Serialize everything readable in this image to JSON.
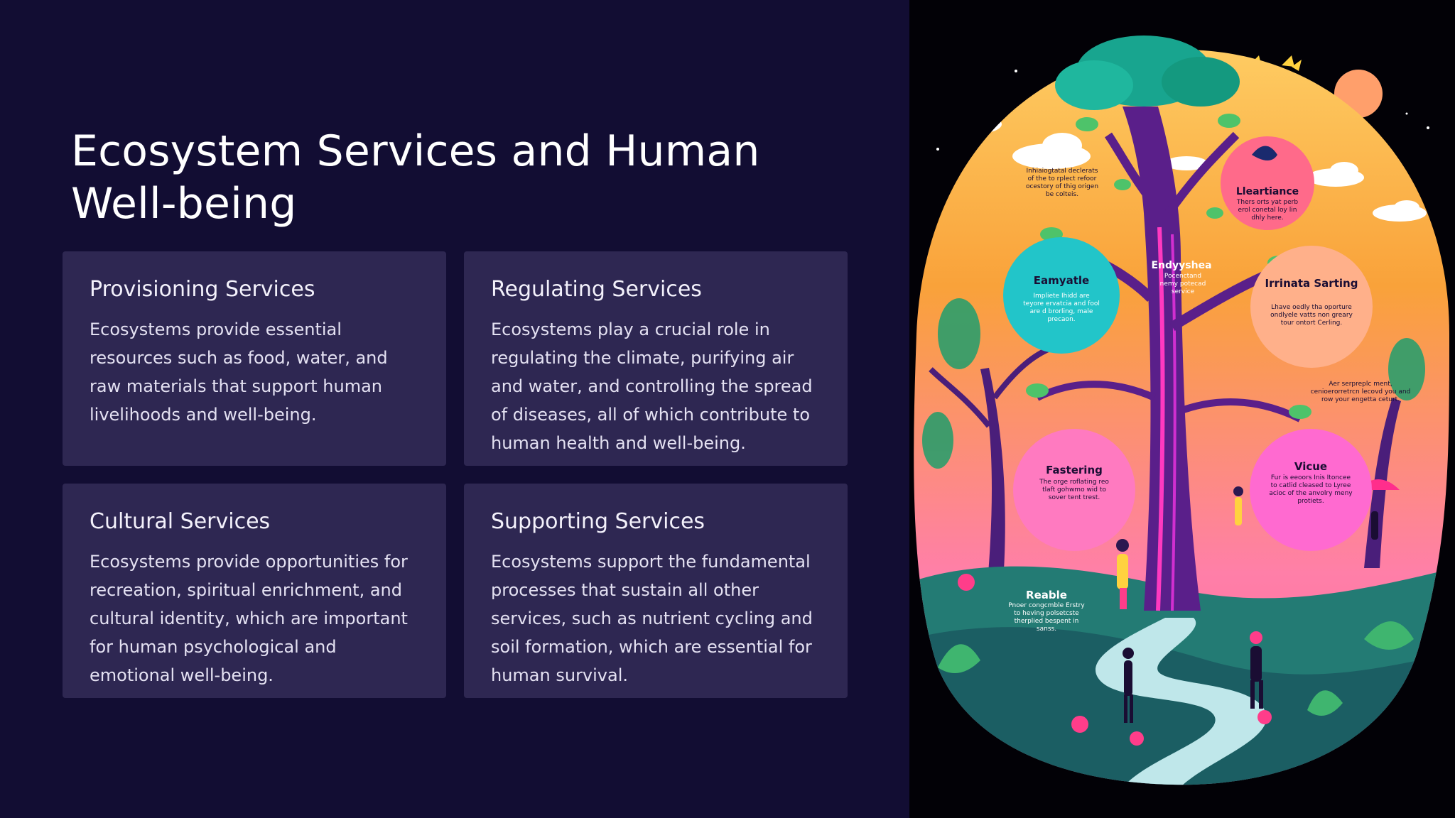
{
  "slide": {
    "title": "Ecosystem Services and Human Well-being",
    "cards": [
      {
        "title": "Provisioning Services",
        "body": "Ecosystems provide essential resources such as food, water, and raw materials that support human livelihoods and well-being."
      },
      {
        "title": "Regulating Services",
        "body": "Ecosystems play a crucial role in regulating the climate, purifying air and water, and controlling the spread of diseases, all of which contribute to human health and well-being."
      },
      {
        "title": "Cultural Services",
        "body": "Ecosystems provide opportunities for recreation, spiritual enrichment, and cultural identity, which are important for human psychological and emotional well-being."
      },
      {
        "title": "Supporting Services",
        "body": "Ecosystems support the fundamental processes that sustain all other services, such as nutrient cycling and soil formation, which are essential for human survival."
      }
    ]
  },
  "illustration": {
    "labels": {
      "top_left_note": "Inhiaiogtatal declerats of the to rplect refoor ocestory of thig origen be colteis.",
      "center_title": "Endyyshea",
      "center_note": "Pocenctand nemy potecad service",
      "bubble_leartiance_title": "Lleartiance",
      "bubble_leartiance_note": "Thers orts yat perb erol conetal loy lin dhly here.",
      "bubble_eamyatle_title": "Eamyatle",
      "bubble_eamyatle_note": "Impliete Ihidd are teyore ervatcia and fool are d brorling, male precaon.",
      "bubble_irrinata_title": "Irrinata Sarting",
      "bubble_irrinata_note": "Lhave oedly tha oporture ondlyele vatts non greary tour ontort Cerling.",
      "right_note": "Aer serpreplc ment, cenioerorretrcn lecovd you and row your engetta ceturt.",
      "bubble_fastering_title": "Fastering",
      "bubble_fastering_note": "The orge roflating reo tlaft gohwmo wid to sover tent trest.",
      "bubble_vicue_title": "Vicue",
      "bubble_vicue_note": "Fur is eeoors Inis Itoncee to catlid cleased to Lyree acioc of the anvolry meny protiets.",
      "bubble_reable_title": "Reable",
      "bubble_reable_note": "Pnoer congcmble Erstry to heving polsetcste therplied bespent in sanss."
    },
    "colors": {
      "sky_top": "#f9a23a",
      "sky_bottom": "#ff5f9a",
      "ground": "#1f6f6a",
      "trunk": "#5a1f8a",
      "canopy": "#18a58f",
      "sun": "#ff9f6b"
    }
  }
}
